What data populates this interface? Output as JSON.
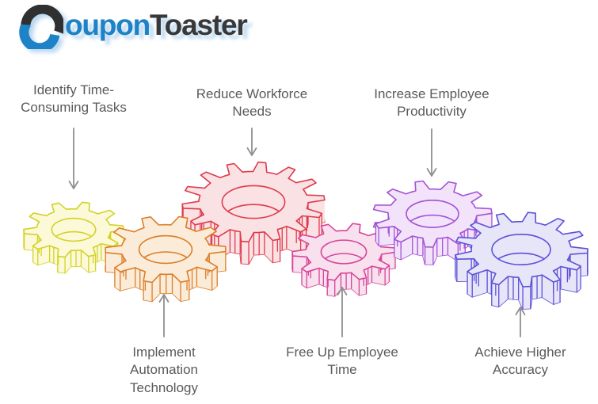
{
  "logo": {
    "brand": "CouponToaster",
    "first_letter": "C",
    "part1_rest": "oupon",
    "part2": "Toaster",
    "accent_color": "#1d82c6",
    "dark_color": "#383838"
  },
  "diagram": {
    "arrow_color": "#8f8f8f",
    "label_color": "#5a5a5a",
    "steps": [
      {
        "label": "Identify Time-Consuming Tasks",
        "position": "top",
        "gear": "yellow",
        "stroke": "#d3d226",
        "fill": "#fbf9d8"
      },
      {
        "label": "Implement Automation Technology",
        "position": "bottom",
        "gear": "orange",
        "stroke": "#dc7e28",
        "fill": "#fbecd9"
      },
      {
        "label": "Reduce Workforce Needs",
        "position": "top",
        "gear": "red",
        "stroke": "#df3a4c",
        "fill": "#fae2e4"
      },
      {
        "label": "Free Up Employee Time",
        "position": "bottom",
        "gear": "pink",
        "stroke": "#d74598",
        "fill": "#f8e0ee"
      },
      {
        "label": "Increase Employee Productivity",
        "position": "top",
        "gear": "purple",
        "stroke": "#a452d5",
        "fill": "#f2e3fa"
      },
      {
        "label": "Achieve Higher Accuracy",
        "position": "bottom",
        "gear": "blue",
        "stroke": "#5b51d8",
        "fill": "#e7e6f8"
      }
    ]
  }
}
